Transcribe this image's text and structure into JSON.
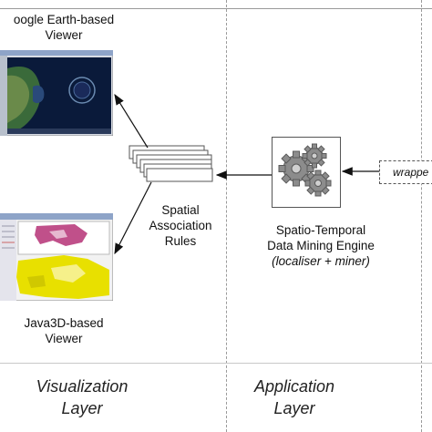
{
  "viewers": {
    "google_earth_title": "oogle Earth-based\nViewer",
    "java3d_title": "Java3D-based\nViewer"
  },
  "rules": {
    "label": "Spatial\nAssociation\nRules"
  },
  "engine": {
    "line1": "Spatio-Temporal",
    "line2": "Data Mining Engine",
    "line3": "(localiser + miner)"
  },
  "wrapper": {
    "label": "wrappe"
  },
  "layers": {
    "visualization": "Visualization\nLayer",
    "application": "Application\nLayer"
  },
  "icons": {
    "engine": "gears-icon",
    "rules": "document-stack-icon"
  },
  "colors": {
    "line": "#9a9a9a",
    "earth_dark": "#0a1a3a",
    "java_yellow": "#e8e000",
    "java_pink": "#c0508a"
  }
}
